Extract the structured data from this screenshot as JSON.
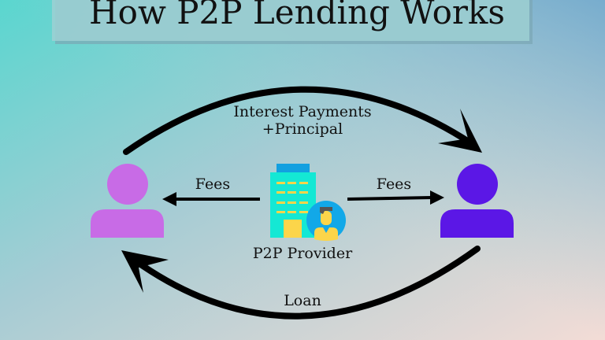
{
  "title": "How P2P Lending Works",
  "labels": {
    "interest_line1": "Interest Payments",
    "interest_line2": "+Principal",
    "fees_left": "Fees",
    "fees_right": "Fees",
    "provider": "P2P Provider",
    "loan": "Loan"
  },
  "colors": {
    "lender": "#c86be6",
    "borrower": "#5b17e6",
    "building": "#14e8d4",
    "window": "#fcd54a",
    "badge": "#12a8e8"
  },
  "icons": [
    "person-icon",
    "building-icon",
    "advisor-icon",
    "arrow-icon"
  ]
}
